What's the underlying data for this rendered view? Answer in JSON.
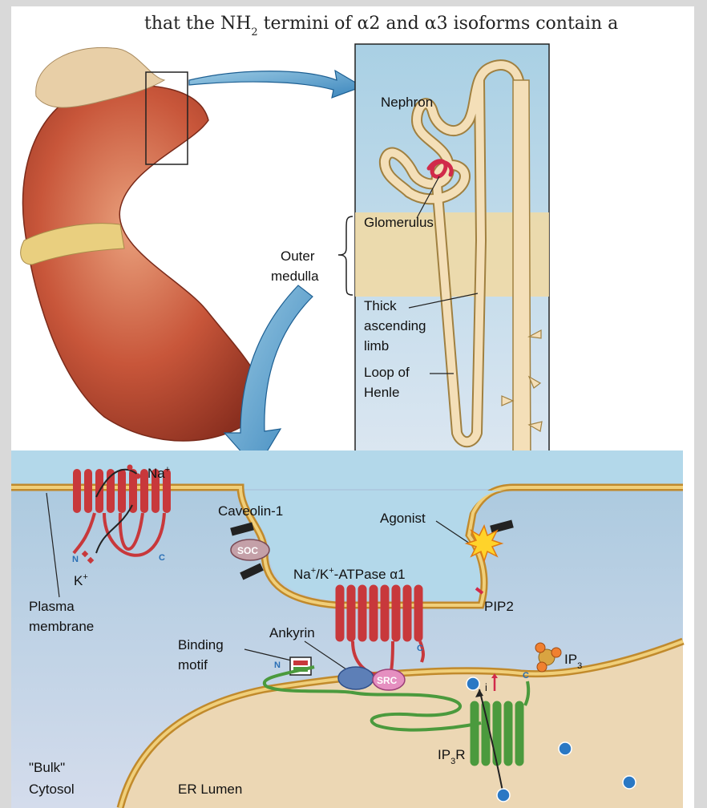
{
  "header_text": "that the NH",
  "header_sub": "2",
  "header_text_2": " termini of α2 and α3 isoforms contain a",
  "labels": {
    "nephron": "Nephron",
    "glomerulus": "Glomerulus",
    "outer_medulla_1": "Outer",
    "outer_medulla_2": "medulla",
    "thick_1": "Thick",
    "thick_2": "ascending",
    "thick_3": "limb",
    "loop_1": "Loop of",
    "loop_2": "Henle",
    "na": "Na",
    "na_sup": "+",
    "k": "K",
    "k_sup": "+",
    "caveolin": "Caveolin-1",
    "agonist": "Agonist",
    "soc": "SOC",
    "atpase_na": "Na",
    "atpase_rest": "/K",
    "atpase_tail": "-ATPase α1",
    "plasma_1": "Plasma",
    "plasma_2": "membrane",
    "pip2": "PIP2",
    "ankyrin": "Ankyrin",
    "binding_1": "Binding",
    "binding_2": "motif",
    "src": "SRC",
    "ip3": "IP",
    "ip3_sub": "3",
    "ip3r": "IP",
    "ip3r_sub": "3",
    "ip3r_tail": "R",
    "bulk_1": "\"Bulk\"",
    "bulk_2": "Cytosol",
    "er": "ER Lumen",
    "n": "N",
    "c": "C",
    "i": "i"
  },
  "colors": {
    "membrane": "#d9a441",
    "pump": "#c8383b",
    "ip3r": "#4b9a3d",
    "kidney": "#c9623f",
    "cytosol": "#c9d4e8",
    "extracellular": "#a9d3e6"
  }
}
